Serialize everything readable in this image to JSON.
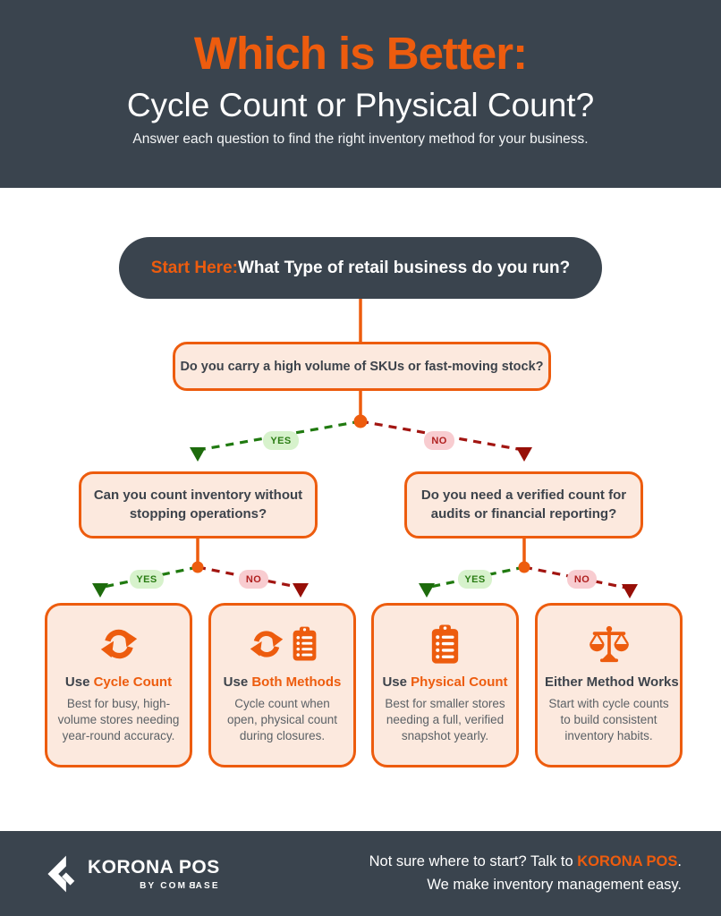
{
  "colors": {
    "orange": "#ed5c0e",
    "dark": "#3a444e",
    "card_bg": "#fce9de",
    "green_line": "#207a10",
    "green_badge_bg": "#d7f2cc",
    "green_badge_text": "#2b7d15",
    "red_line": "#a21511",
    "red_badge_bg": "#f8ccd0",
    "red_badge_text": "#b01f1f",
    "question_text": "#3d434b",
    "body_text": "#5b6166"
  },
  "header": {
    "title": "Which is Better:",
    "subtitle": "Cycle Count or Physical Count?",
    "tagline": "Answer each question to find the right inventory method for your business."
  },
  "flow": {
    "start_prefix": "Start Here: ",
    "start_question": "What Type of retail business do you run?",
    "q_top": "Do you carry a high volume of SKUs or fast-moving stock?",
    "q_left": "Can you count inventory without stopping operations?",
    "q_right": "Do you need a verified count for audits or financial reporting?",
    "yes_label": "YES",
    "no_label": "NO",
    "cards": [
      {
        "icons": [
          "cycle-icon"
        ],
        "title_dark": "Use ",
        "title_orange": "Cycle Count",
        "body": "Best for busy, high-volume stores needing year-round accuracy."
      },
      {
        "icons": [
          "cycle-icon",
          "clipboard-icon"
        ],
        "title_dark": "Use ",
        "title_orange": "Both Methods",
        "body": "Cycle count when open, physical count during closures."
      },
      {
        "icons": [
          "clipboard-icon"
        ],
        "title_dark": "Use ",
        "title_orange": "Physical Count",
        "body": "Best for smaller stores needing a full, verified snapshot yearly."
      },
      {
        "icons": [
          "scale-icon"
        ],
        "title_dark": "Either Method Works",
        "title_orange": "",
        "body": "Start with cycle counts to build consistent inventory habits."
      }
    ]
  },
  "footer": {
    "logo_name": "KORONA POS",
    "logo_sub_left": "BY COM",
    "logo_sub_b": "B",
    "logo_sub_right": "ASE",
    "cta_pre": "Not sure where to start? Talk to ",
    "cta_brand": "KORONA POS",
    "cta_post": ".",
    "cta_line2": "We make inventory management easy."
  }
}
